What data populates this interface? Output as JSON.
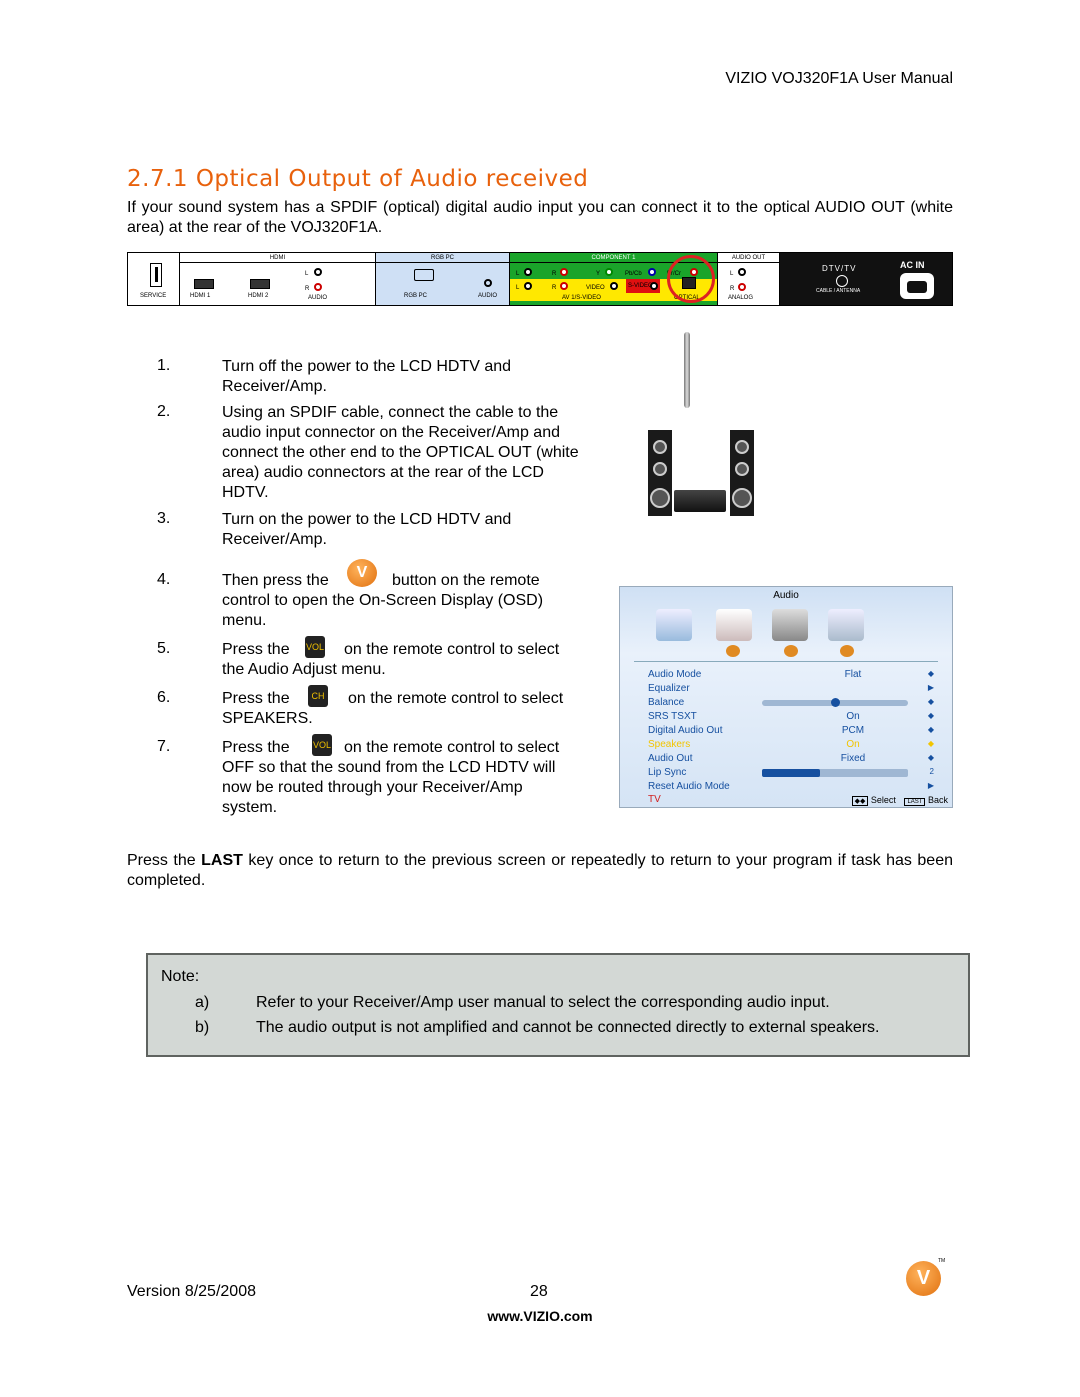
{
  "header": {
    "title": "VIZIO VOJ320F1A User Manual"
  },
  "section": {
    "title": "2.7.1 Optical Output of Audio received",
    "intro": "If your sound system has a SPDIF (optical) digital audio input you can connect it to the optical AUDIO OUT (white area) at the rear of the VOJ320F1A."
  },
  "panel": {
    "service": "SERVICE",
    "hdmi_title": "HDMI",
    "hdmi1": "HDMI 1",
    "hdmi2": "HDMI 2",
    "l": "L",
    "r": "R",
    "audio": "AUDIO",
    "rgb_title": "RGB  PC",
    "rgb_pc": "RGB PC",
    "rgb_audio": "AUDIO",
    "component_title": "COMPONENT  1",
    "y": "Y",
    "pbcb": "Pb/Cb",
    "prcr": "Pr/Cr",
    "video": "VIDEO",
    "svideo": "S-VIDEO",
    "av": "AV 1/S-VIDEO",
    "audio_out_title": "AUDIO  OUT",
    "optical": "OPTICAL",
    "analog": "ANALOG",
    "dtv": "DTV/TV",
    "cable": "CABLE / ANTENNA",
    "acin": "AC  IN"
  },
  "steps": [
    {
      "num": "1.",
      "lines": [
        "Turn off the power to the LCD HDTV and",
        "Receiver/Amp."
      ]
    },
    {
      "num": "2.",
      "lines": [
        "Using an SPDIF cable, connect the cable to the",
        "audio input connector on the Receiver/Amp and",
        "connect the other end to the OPTICAL OUT (white",
        "area) audio connectors at the rear of the LCD",
        "HDTV."
      ]
    },
    {
      "num": "3.",
      "lines": [
        "Turn on the power to the LCD HDTV and",
        "Receiver/Amp."
      ]
    },
    {
      "num": "4.",
      "pre": "Then press the",
      "post": "button on the remote",
      "lines": [
        "control to open the On-Screen Display (OSD)",
        "menu."
      ]
    },
    {
      "num": "5.",
      "pre": "Press the",
      "post": "on the remote control to select",
      "lines": [
        "the Audio Adjust menu."
      ]
    },
    {
      "num": "6.",
      "pre": "Press the",
      "post": "on the remote control to select",
      "lines": [
        "SPEAKERS."
      ]
    },
    {
      "num": "7.",
      "pre": "Press the",
      "post": "on the remote control to select",
      "lines": [
        "OFF so that the sound from the LCD HDTV will",
        "now be routed through your Receiver/Amp",
        "system."
      ]
    }
  ],
  "icons": {
    "vizio_button": "V",
    "ch_button": "CH",
    "vol_button": "VOL"
  },
  "osd": {
    "title": "Audio",
    "rows": [
      {
        "label": "Audio Mode",
        "value": "Flat",
        "arrow": "◆"
      },
      {
        "label": "Equalizer",
        "value": "",
        "arrow": "▶"
      },
      {
        "label": "Balance",
        "value": "",
        "arrow": "◆"
      },
      {
        "label": "SRS TSXT",
        "value": "On",
        "arrow": "◆"
      },
      {
        "label": "Digital Audio Out",
        "value": "PCM",
        "arrow": "◆"
      },
      {
        "label": "Speakers",
        "value": "On",
        "arrow": "◆"
      },
      {
        "label": "Audio Out",
        "value": "Fixed",
        "arrow": "◆"
      },
      {
        "label": "Lip Sync",
        "value": "",
        "arrow": "2"
      },
      {
        "label": "Reset Audio Mode",
        "value": "",
        "arrow": "▶"
      }
    ],
    "footer_left": "TV",
    "select": "Select",
    "last_key": "LAST",
    "back": "Back",
    "balance_level": 0.5,
    "lipsync_level": 0.4,
    "highlight_color": "#f2c500",
    "text_color": "#1650a0"
  },
  "last_para": {
    "pre": "Press the ",
    "key": "LAST",
    "post": " key once to return to the previous screen or repeatedly to return to your program if task has been completed."
  },
  "note": {
    "label": "Note:",
    "items": [
      {
        "mark": "a)",
        "text": "Refer to your Receiver/Amp user manual to select the corresponding audio input."
      },
      {
        "mark": "b)",
        "text": "The audio output is not amplified and cannot be connected directly to external speakers."
      }
    ]
  },
  "footer": {
    "version": "Version 8/25/2008",
    "page": "28",
    "url": "www.VIZIO.com",
    "logo": "V",
    "tm": "TM"
  }
}
